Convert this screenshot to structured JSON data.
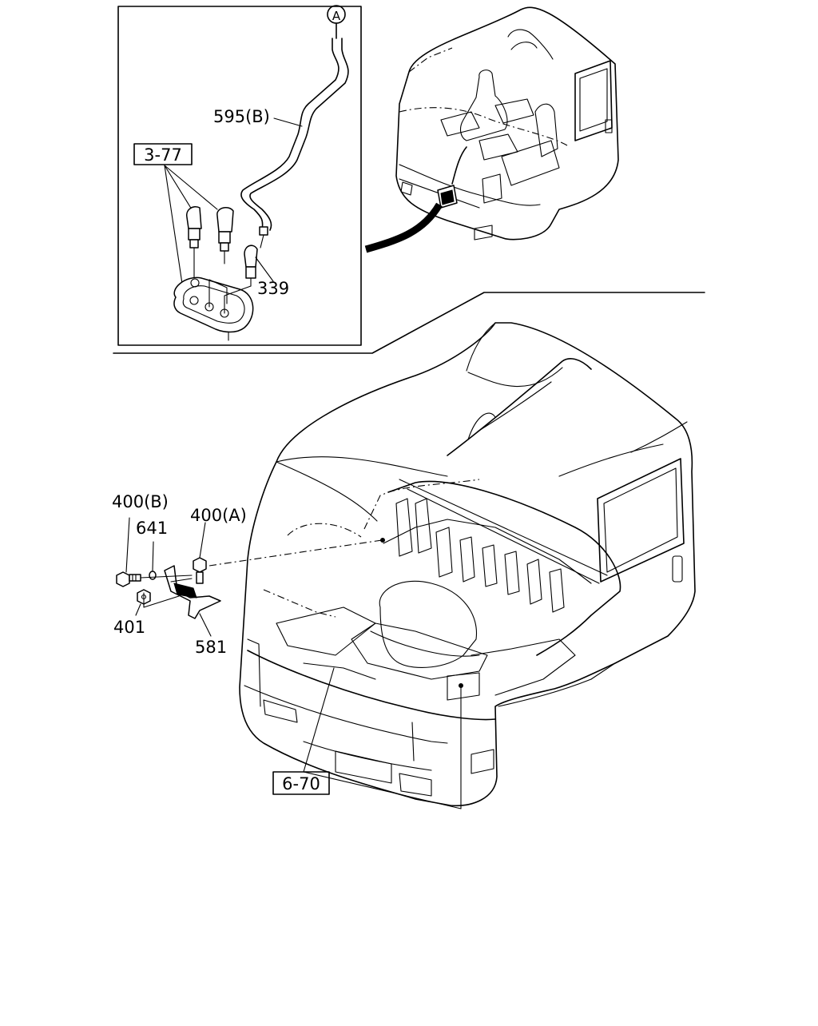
{
  "callouts": {
    "circle_a": "A",
    "hose_595b": "595(B)",
    "ref_3_77": "3-77",
    "part_339": "339",
    "bolt_400b": "400(B)",
    "washer_641": "641",
    "bolt_400a": "400(A)",
    "nut_401": "401",
    "bracket_581": "581",
    "ref_6_70": "6-70"
  }
}
